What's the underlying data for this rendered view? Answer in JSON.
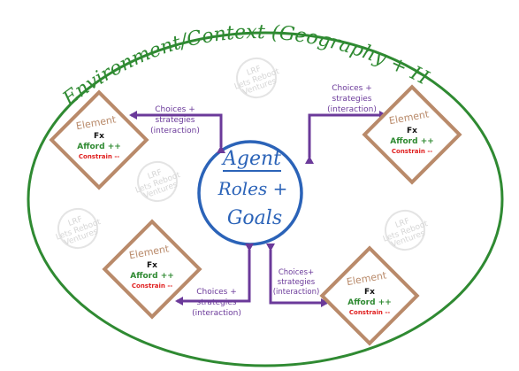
{
  "colors": {
    "environment": "#2f8a32",
    "agent": "#2b63b8",
    "element_border": "#b98a6a",
    "element_label": "#b98a6a",
    "afford": "#2f8a32",
    "constrain": "#e02020",
    "arrow": "#6b3a9a",
    "fx": "#111111",
    "watermark": "#d0d0d0"
  },
  "environment": {
    "label": "Environment/Context (Geography + History)"
  },
  "agent": {
    "title": "Agent",
    "line1": "Roles +",
    "line2": "Goals"
  },
  "elements": [
    {
      "title": "Element",
      "fx": "Fx",
      "afford": "Afford ++",
      "constrain": "Constrain --"
    },
    {
      "title": "Element",
      "fx": "Fx",
      "afford": "Afford ++",
      "constrain": "Constrain --"
    },
    {
      "title": "Element",
      "fx": "Fx",
      "afford": "Afford ++",
      "constrain": "Constrain --"
    },
    {
      "title": "Element",
      "fx": "Fx",
      "afford": "Afford ++",
      "constrain": "Constrain --"
    }
  ],
  "arrow_labels": [
    {
      "line1": "Choices +",
      "line2": "strategies",
      "line3": "(interaction)"
    },
    {
      "line1": "Choices +",
      "line2": "strategies",
      "line3": "(interaction)"
    },
    {
      "line1": "Choices +",
      "line2": "strategies",
      "line3": "(interaction)"
    },
    {
      "line1": "Choices+",
      "line2": "strategies",
      "line3": "(interaction)"
    }
  ],
  "watermark": {
    "line1": "LRF",
    "line2": "Lets Reboot",
    "line3": "Ventures"
  }
}
